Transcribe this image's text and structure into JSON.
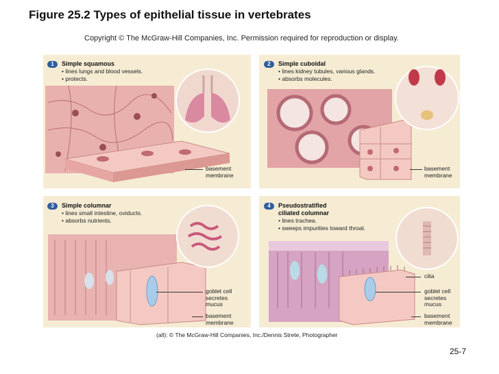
{
  "title": "Figure 25.2 Types of epithelial tissue in vertebrates",
  "copyright": "Copyright © The McGraw-Hill Companies, Inc. Permission required for reproduction or display.",
  "panels": [
    {
      "number": "1",
      "title": "Simple squamous",
      "bullets": [
        "• lines lungs and blood vessels.",
        "• protects."
      ],
      "labels": {
        "basement_membrane": [
          "basement",
          "membrane"
        ]
      }
    },
    {
      "number": "2",
      "title": "Simple cuboidal",
      "bullets": [
        "• lines kidney tubules, various glands.",
        "• absorbs molecules."
      ],
      "labels": {
        "basement_membrane": [
          "basement",
          "membrane"
        ]
      }
    },
    {
      "number": "3",
      "title": "Simple columnar",
      "bullets": [
        "• lines small intestine, oviducts.",
        "• absorbs nutrients."
      ],
      "labels": {
        "goblet_cell": [
          "goblet cell",
          "secretes",
          "mucus"
        ],
        "basement_membrane": [
          "basement",
          "membrane"
        ]
      }
    },
    {
      "number": "4",
      "title": [
        "Pseudostratified",
        "ciliated columnar"
      ],
      "bullets": [
        "• lines trachea.",
        "• sweeps impurities toward throat."
      ],
      "labels": {
        "cilia": [
          "cilia"
        ],
        "goblet_cell": [
          "goblet cell",
          "secretes",
          "mucus"
        ],
        "basement_membrane": [
          "basement",
          "membrane"
        ]
      }
    }
  ],
  "credit": "(all): © The McGraw-Hill Companies, Inc./Dennis Strete, Photographer",
  "page_number": "25-7",
  "colors": {
    "panel_bg": "#f6ecd4",
    "badge": "#2f5e9e",
    "micro_pink": "#e8a9a8",
    "cell_pink": "#f2c7c2"
  }
}
